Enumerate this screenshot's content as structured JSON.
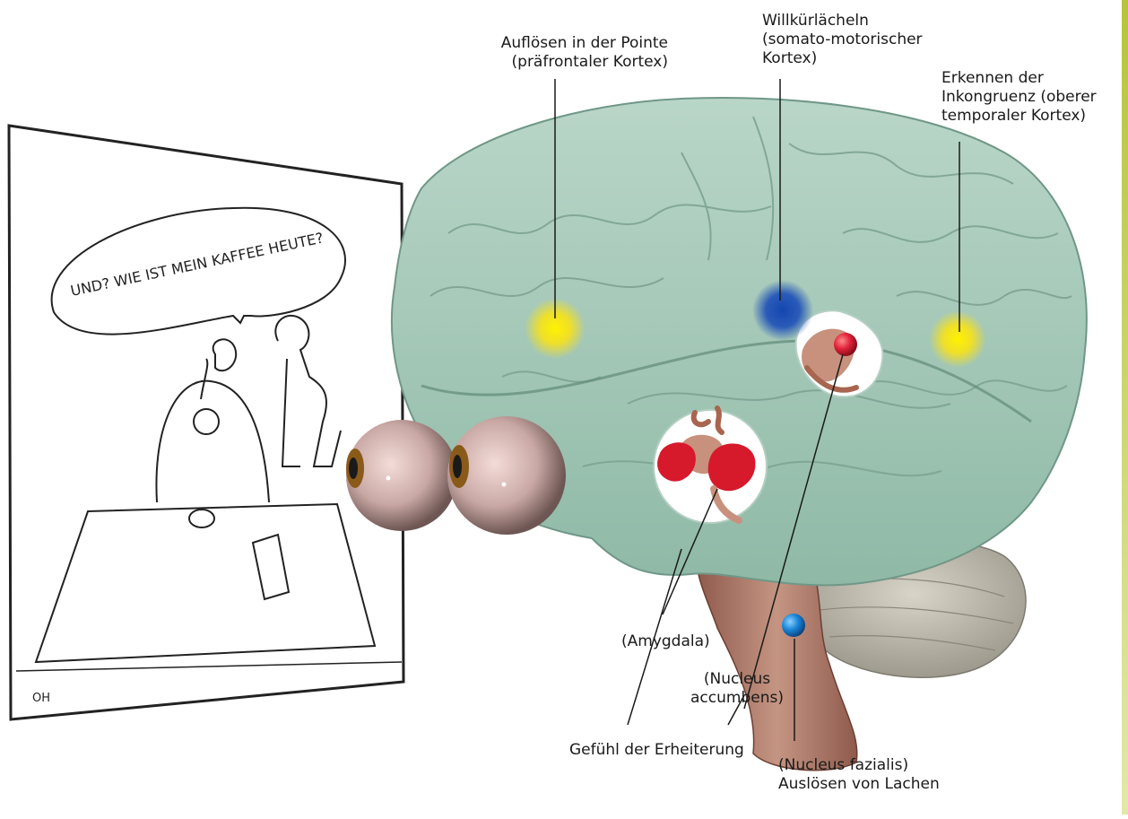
{
  "cartoon": {
    "speech": "UND? WIE IST MEIN KAFFEE HEUTE?",
    "signature": "OH"
  },
  "labels": {
    "prefrontal": "Auflösen in der Pointe\n(präfrontaler Kortex)",
    "somato": "Willkürlächeln\n(somato-motorischer\nKortex)",
    "temporal": "Erkennen der\nInkongruenz (oberer\ntemporaler Kortex)",
    "amygdala": "(Amygdala)",
    "accumbens": "(Nucleus\naccumbens)",
    "erheiterung": "Gefühl der Erheiterung",
    "fazialis": "(Nucleus fazialis)\nAuslösen von Lachen"
  },
  "colors": {
    "brain": "#a9cbbb",
    "marker_yellow": "#f7e21a",
    "marker_blue": "#1d4fb8",
    "structure_red": "#d7192c",
    "nucleus_blue": "#1a86d8",
    "strip_accent": "#b7c43a"
  }
}
